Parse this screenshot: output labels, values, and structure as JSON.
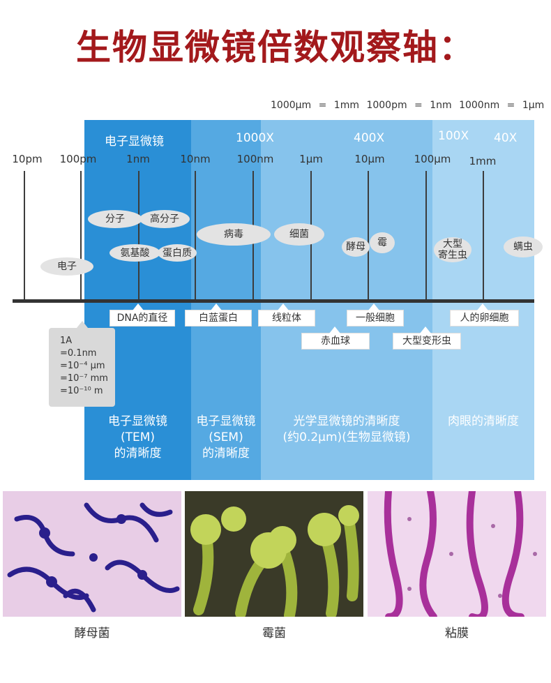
{
  "title": "生物显微镜倍数观察轴：",
  "conversions": "1000μm = 1mm   1000pm = 1nm   1000nm = 1μm",
  "bands": [
    {
      "label": "电子显微镜",
      "color": "#2a8fd6"
    },
    {
      "label": "1000X",
      "color": "#55a9e2"
    },
    {
      "label": "400X",
      "color": "#86c3ec"
    },
    {
      "label": "100X",
      "color": "#a9d6f3"
    },
    {
      "label": "40X",
      "color": "#a9d6f3"
    }
  ],
  "scale_ticks": [
    "10pm",
    "100pm",
    "1nm",
    "10nm",
    "100nm",
    "1μm",
    "10μm",
    "100μm",
    "1mm"
  ],
  "objects_above": [
    "分子",
    "高分子",
    "病毒",
    "细菌",
    "氨基酸",
    "蛋白质",
    "电子",
    "酵母",
    "霉",
    "大型\n寄生虫",
    "螨虫"
  ],
  "objects_below": [
    "DNA的直径",
    "白蓝蛋白",
    "线粒体",
    "一般细胞",
    "人的卵细胞",
    "赤血球",
    "大型变形虫"
  ],
  "angstrom_note": [
    "1A",
    "=0.1nm",
    "=10⁻⁴ μm",
    "=10⁻⁷ mm",
    "=10⁻¹⁰ m"
  ],
  "clarity": [
    "电子显微镜\n(TEM)\n的清晰度",
    "电子显微镜\n(SEM)\n的清晰度",
    "光学显微镜的清晰度\n(约0.2μm)(生物显微镜)",
    "肉眼的清晰度"
  ],
  "photos": [
    {
      "caption": "酵母菌",
      "bg": "#e8cde6",
      "accent": "#2a1f8c"
    },
    {
      "caption": "霉菌",
      "bg": "#3a3a28",
      "accent": "#b2c84a"
    },
    {
      "caption": "粘膜",
      "bg": "#f0d8ee",
      "accent": "#a8309a"
    }
  ]
}
